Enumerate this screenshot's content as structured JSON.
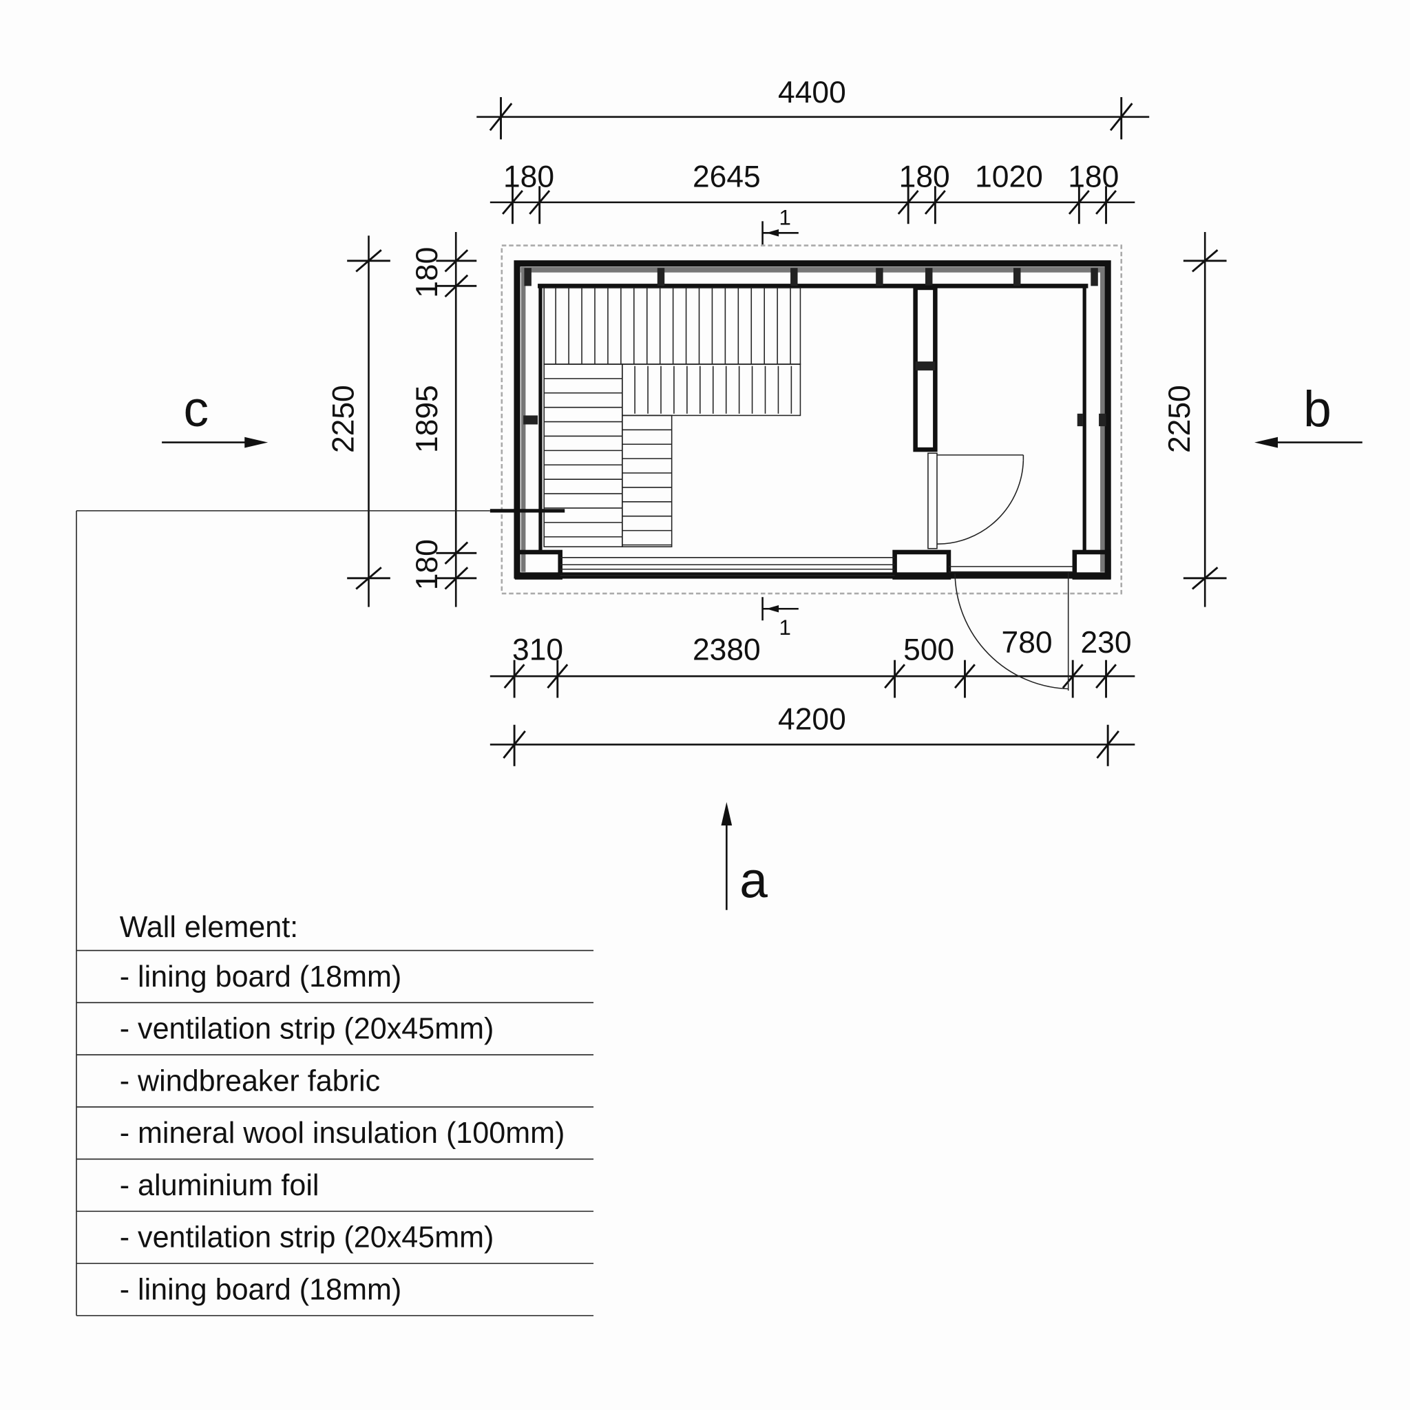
{
  "dimensions": {
    "top_total": "4400",
    "top_segments": [
      "180",
      "2645",
      "180",
      "1020",
      "180"
    ],
    "bottom_segments": [
      "310",
      "2380",
      "500",
      "780",
      "230"
    ],
    "bottom_total": "4200",
    "left_total": "2250",
    "left_segments": [
      "180",
      "1895",
      "180"
    ],
    "right_total": "2250"
  },
  "views": {
    "a": "a",
    "b": "b",
    "c": "c"
  },
  "section_marks": {
    "top": "1",
    "bottom": "1"
  },
  "legend": {
    "title": "Wall element:",
    "items": [
      "- lining board (18mm)",
      "- ventilation strip (20x45mm)",
      "- windbreaker fabric",
      "- mineral wool insulation (100mm)",
      "- aluminium foil",
      "- ventilation strip (20x45mm)",
      "- lining board (18mm)"
    ]
  }
}
